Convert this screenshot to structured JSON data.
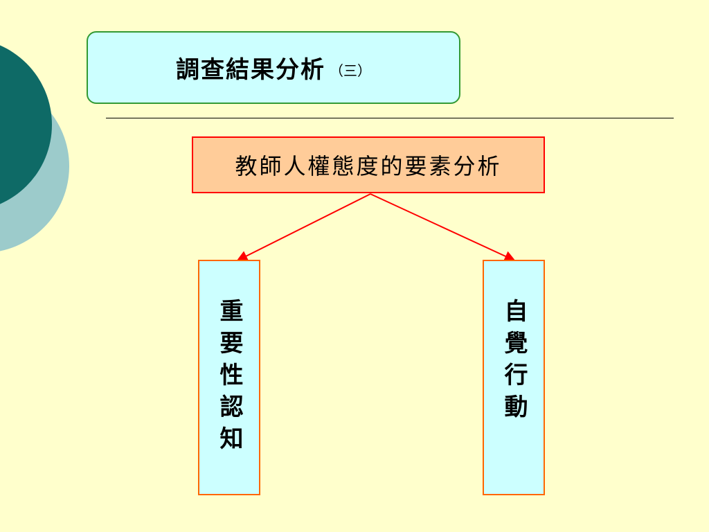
{
  "title": {
    "main": "調查結果分析",
    "suffix": "（三）"
  },
  "diagram": {
    "root": "教師人權態度的要素分析",
    "children": [
      "重要性認知",
      "自覺行動"
    ]
  },
  "colors": {
    "background": "#FFFFCC",
    "title_fill": "#CCFFFF",
    "title_border": "#339933",
    "root_fill": "#FFCC99",
    "root_border": "#FF0000",
    "leaf_fill": "#CCFFFF",
    "leaf_border": "#FF6600",
    "connector": "#FF0000",
    "deco_dark": "#0E6A66",
    "deco_light": "#9CCBCB"
  }
}
